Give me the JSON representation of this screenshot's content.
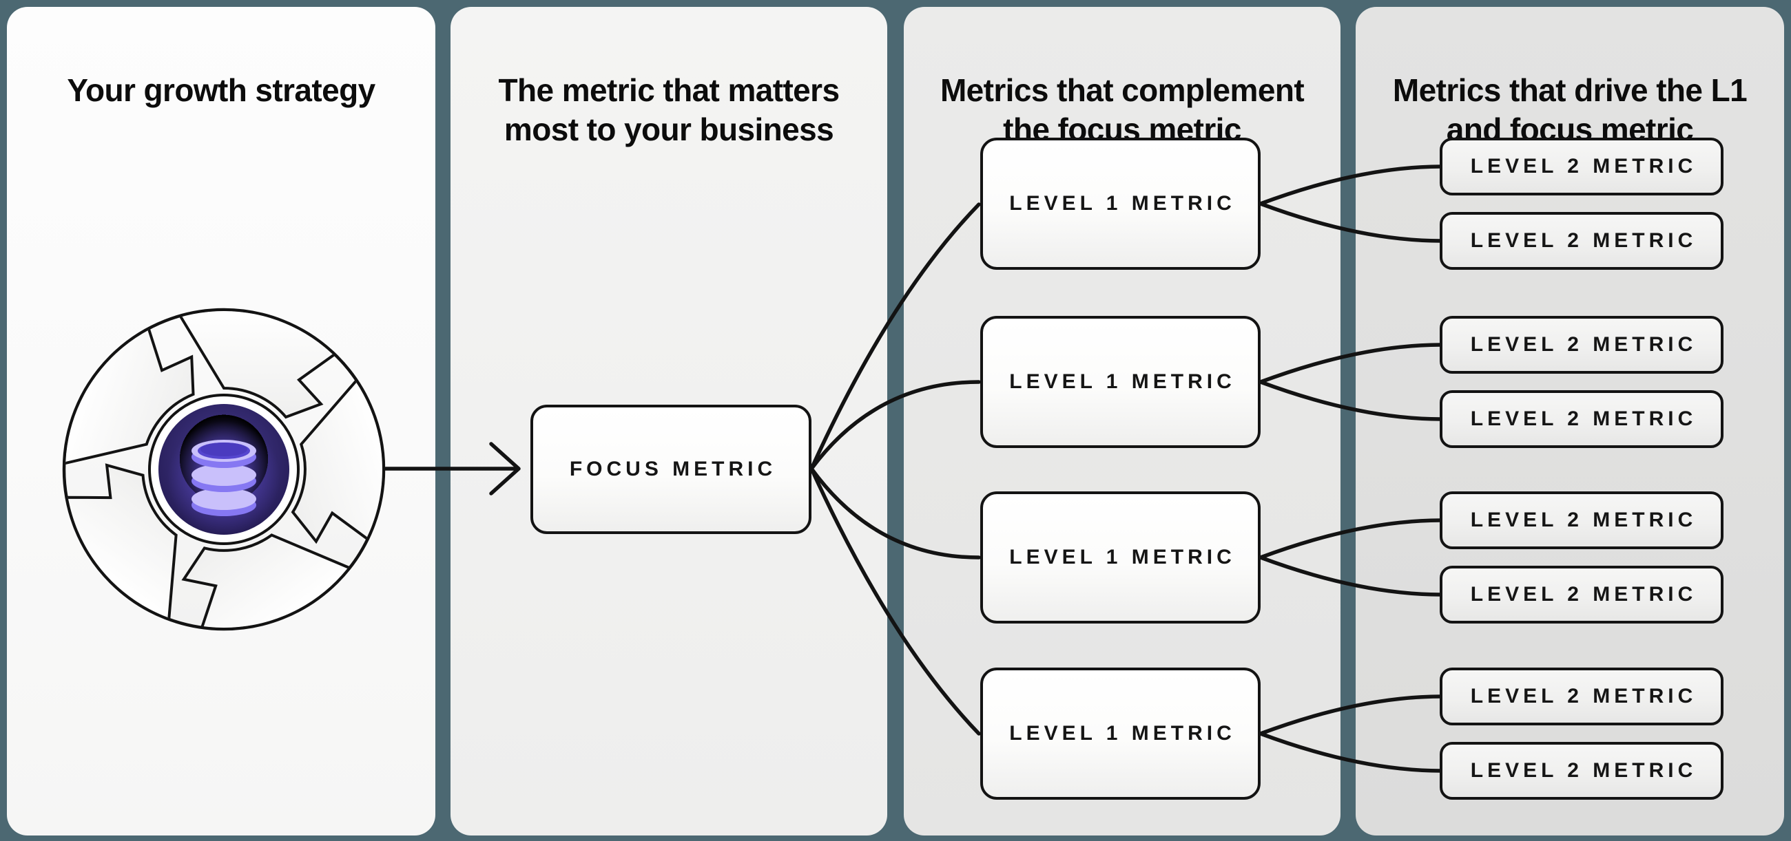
{
  "colors": {
    "background": "#4c6872",
    "line": "#131313",
    "box_border": "#131313",
    "text": "#0c0c0c",
    "panel_strategy_bg": "#fafafa",
    "panel_focus_bg": "#f1f1f0",
    "panel_level1_bg": "#e8e8e7",
    "panel_level2_bg": "#e0e0df",
    "icon_circle_indigo": "#2a2060",
    "icon_database_light": "#c9c0fb",
    "icon_database_mid": "#8678f2",
    "icon_database_dark": "#5546cf"
  },
  "panels": {
    "strategy": {
      "title": "Your growth strategy"
    },
    "focus": {
      "title_line1": "The metric that matters",
      "title_line2": "most to your business"
    },
    "level1": {
      "title_line1": "Metrics that complement",
      "title_line2": "the focus metric"
    },
    "level2": {
      "title_line1": "Metrics that drive the L1",
      "title_line2": "and focus metric"
    }
  },
  "nodes": {
    "focus_label": "FOCUS METRIC",
    "level1_labels": [
      "LEVEL 1 METRIC",
      "LEVEL 1 METRIC",
      "LEVEL 1 METRIC",
      "LEVEL 1 METRIC"
    ],
    "level2_labels": [
      "LEVEL 2 METRIC",
      "LEVEL 2 METRIC",
      "LEVEL 2 METRIC",
      "LEVEL 2 METRIC",
      "LEVEL 2 METRIC",
      "LEVEL 2 METRIC",
      "LEVEL 2 METRIC",
      "LEVEL 2 METRIC"
    ]
  },
  "icons": {
    "flywheel": "growth-flywheel-icon",
    "database": "database-icon",
    "arrow": "right-arrow-connector"
  }
}
